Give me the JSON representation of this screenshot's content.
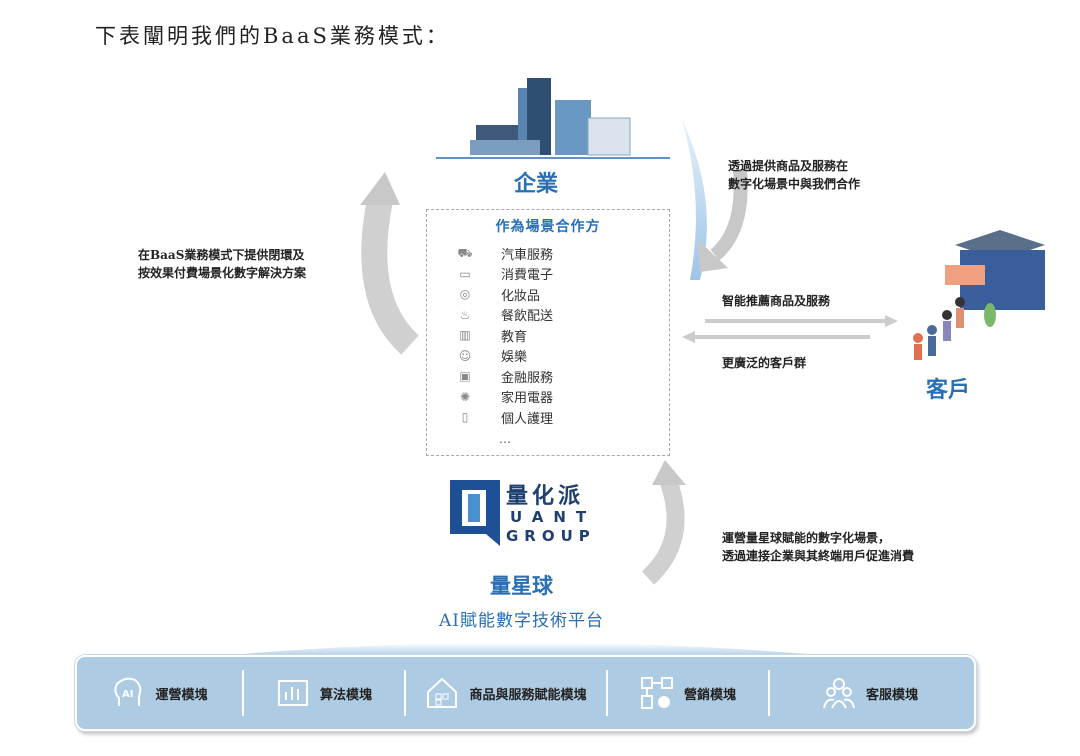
{
  "title": "下表闡明我們的BaaS業務模式：",
  "enterprise": {
    "label": "企業"
  },
  "scenario_box": {
    "heading": "作為場景合作方",
    "items": [
      {
        "icon": "car-icon",
        "label": "汽車服務"
      },
      {
        "icon": "laptop-icon",
        "label": "消費電子"
      },
      {
        "icon": "cosmetics-icon",
        "label": "化妝品"
      },
      {
        "icon": "food-pot-icon",
        "label": "餐飲配送"
      },
      {
        "icon": "book-icon",
        "label": "教育"
      },
      {
        "icon": "smiley-icon",
        "label": "娛樂"
      },
      {
        "icon": "wallet-icon",
        "label": "金融服務"
      },
      {
        "icon": "fan-icon",
        "label": "家用電器"
      },
      {
        "icon": "personal-care-icon",
        "label": "個人護理"
      }
    ],
    "more": "…"
  },
  "notes": {
    "left": [
      "在BaaS業務模式下提供閉環及",
      "按效果付費場景化數字解決方案"
    ],
    "top_right": [
      "透過提供商品及服務在",
      "數字化場景中與我們合作"
    ],
    "recommend": "智能推薦商品及服務",
    "wider": "更廣泛的客戶群",
    "bottom_right": [
      "運營量星球賦能的數字化場景，",
      "透過連接企業與其終端用戶促進消費"
    ]
  },
  "customer": {
    "label": "客戶"
  },
  "logo": {
    "cn": "量化派",
    "en1": "UANT",
    "en2": "GROUP"
  },
  "platform": {
    "name": "量星球",
    "subtitle": "AI賦能數字技術平台"
  },
  "modules": [
    "運營模塊",
    "算法模塊",
    "商品與服務賦能模塊",
    "營銷模塊",
    "客服模塊"
  ],
  "colors": {
    "accent": "#2a6fb5",
    "bar": "#adcbe3",
    "arrow": "#c8c8c8"
  }
}
